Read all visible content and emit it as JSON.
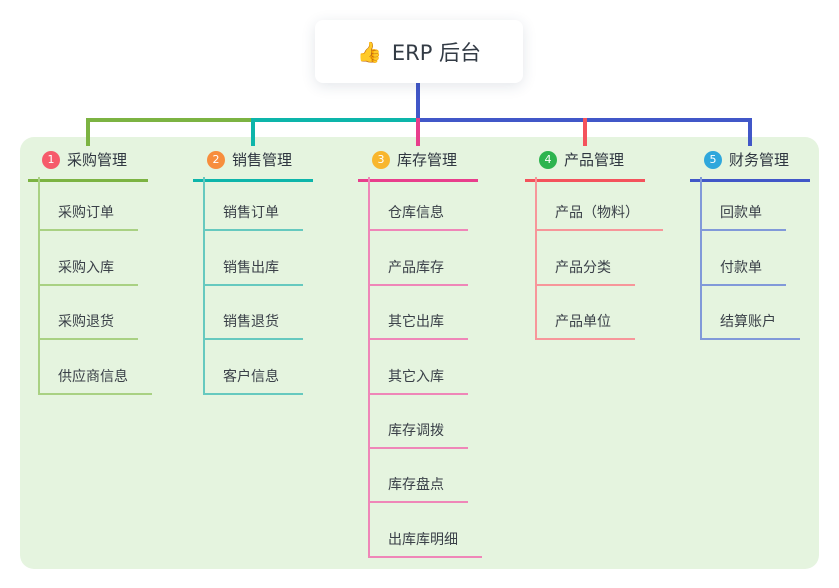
{
  "root_node": {
    "icon": "👍",
    "label": "ERP 后台"
  },
  "connector": {
    "stem_color": "#4157c8"
  },
  "canvas": {
    "background": "#ffffff",
    "panel_color": "#e5f4df"
  },
  "branches": [
    {
      "badge": "1",
      "label": "采购管理",
      "badge_color": "#f65b6b",
      "line_color": "#7cb342",
      "child_line_color": "#a9d183",
      "children": [
        "采购订单",
        "采购入库",
        "采购退货",
        "供应商信息"
      ]
    },
    {
      "badge": "2",
      "label": "销售管理",
      "badge_color": "#f78e3d",
      "line_color": "#0db5aa",
      "child_line_color": "#66c9bf",
      "children": [
        "销售订单",
        "销售出库",
        "销售退货",
        "客户信息"
      ]
    },
    {
      "badge": "3",
      "label": "库存管理",
      "badge_color": "#f8b62d",
      "line_color": "#e83e8c",
      "child_line_color": "#ef86b8",
      "children": [
        "仓库信息",
        "产品库存",
        "其它出库",
        "其它入库",
        "库存调拨",
        "库存盘点",
        "出库库明细"
      ]
    },
    {
      "badge": "4",
      "label": "产品管理",
      "badge_color": "#2db44f",
      "line_color": "#f4525c",
      "child_line_color": "#f7969a",
      "children": [
        "产品（物料）",
        "产品分类",
        "产品单位"
      ]
    },
    {
      "badge": "5",
      "label": "财务管理",
      "badge_color": "#2fa7dc",
      "line_color": "#4157c8",
      "child_line_color": "#8199d9",
      "children": [
        "回款单",
        "付款单",
        "结算账户"
      ]
    }
  ]
}
